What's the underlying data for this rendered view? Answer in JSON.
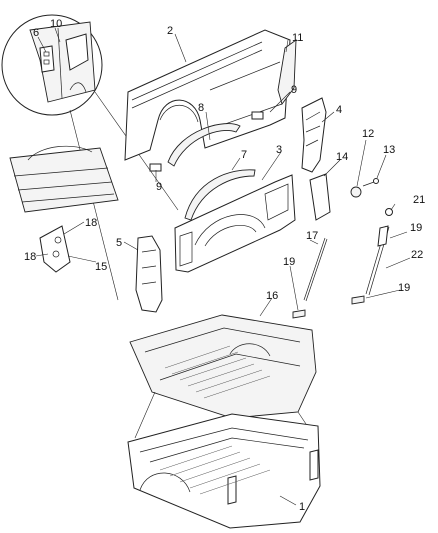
{
  "callouts": {
    "c1": "1",
    "c2": "2",
    "c3": "3",
    "c4": "4",
    "c5": "5",
    "c6": "6",
    "c7": "7",
    "c8": "8",
    "c9a": "9",
    "c9b": "9",
    "c10": "10",
    "c11": "11",
    "c12": "12",
    "c13": "13",
    "c14": "14",
    "c15": "15",
    "c16": "16",
    "c17": "17",
    "c18a": "18",
    "c18b": "18",
    "c19a": "19",
    "c19b": "19",
    "c19c": "19",
    "c21": "21",
    "c22": "22"
  }
}
